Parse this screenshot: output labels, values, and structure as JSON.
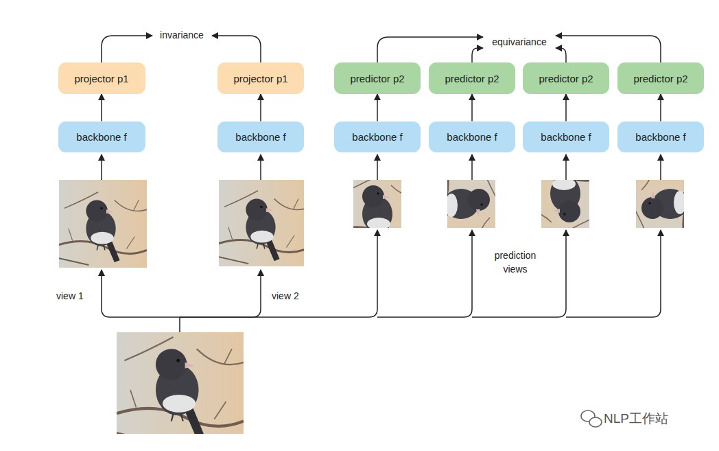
{
  "diagram": {
    "nodes": [
      {
        "text": [
          "projector p1"
        ]
      },
      {
        "text": [
          "projector p1"
        ]
      },
      {
        "text": [
          "predictor p2"
        ]
      },
      {
        "text": [
          "predictor p2"
        ]
      },
      {
        "text": [
          "predictor p2"
        ]
      },
      {
        "text": [
          "predictor p2"
        ]
      },
      {
        "text": [
          "backbone f"
        ]
      },
      {
        "text": [
          "backbone f"
        ]
      },
      {
        "text": [
          "backbone f"
        ]
      },
      {
        "text": [
          "backbone f"
        ]
      },
      {
        "text": [
          "backbone f"
        ]
      },
      {
        "text": [
          "backbone f"
        ]
      }
    ],
    "edges": [
      {
        "from": 6,
        "to": 0,
        "arrow": "to"
      },
      {
        "from": 7,
        "to": 1,
        "arrow": "to"
      },
      {
        "from": 8,
        "to": 2,
        "arrow": "to"
      },
      {
        "from": 9,
        "to": 3,
        "arrow": "to"
      },
      {
        "from": 10,
        "to": 4,
        "arrow": "to"
      },
      {
        "from": 11,
        "to": 5,
        "arrow": "to"
      }
    ],
    "labels": [
      "invariance",
      "equivariance",
      "view 1",
      "view 2",
      "prediction views",
      "NLP工作站"
    ]
  }
}
